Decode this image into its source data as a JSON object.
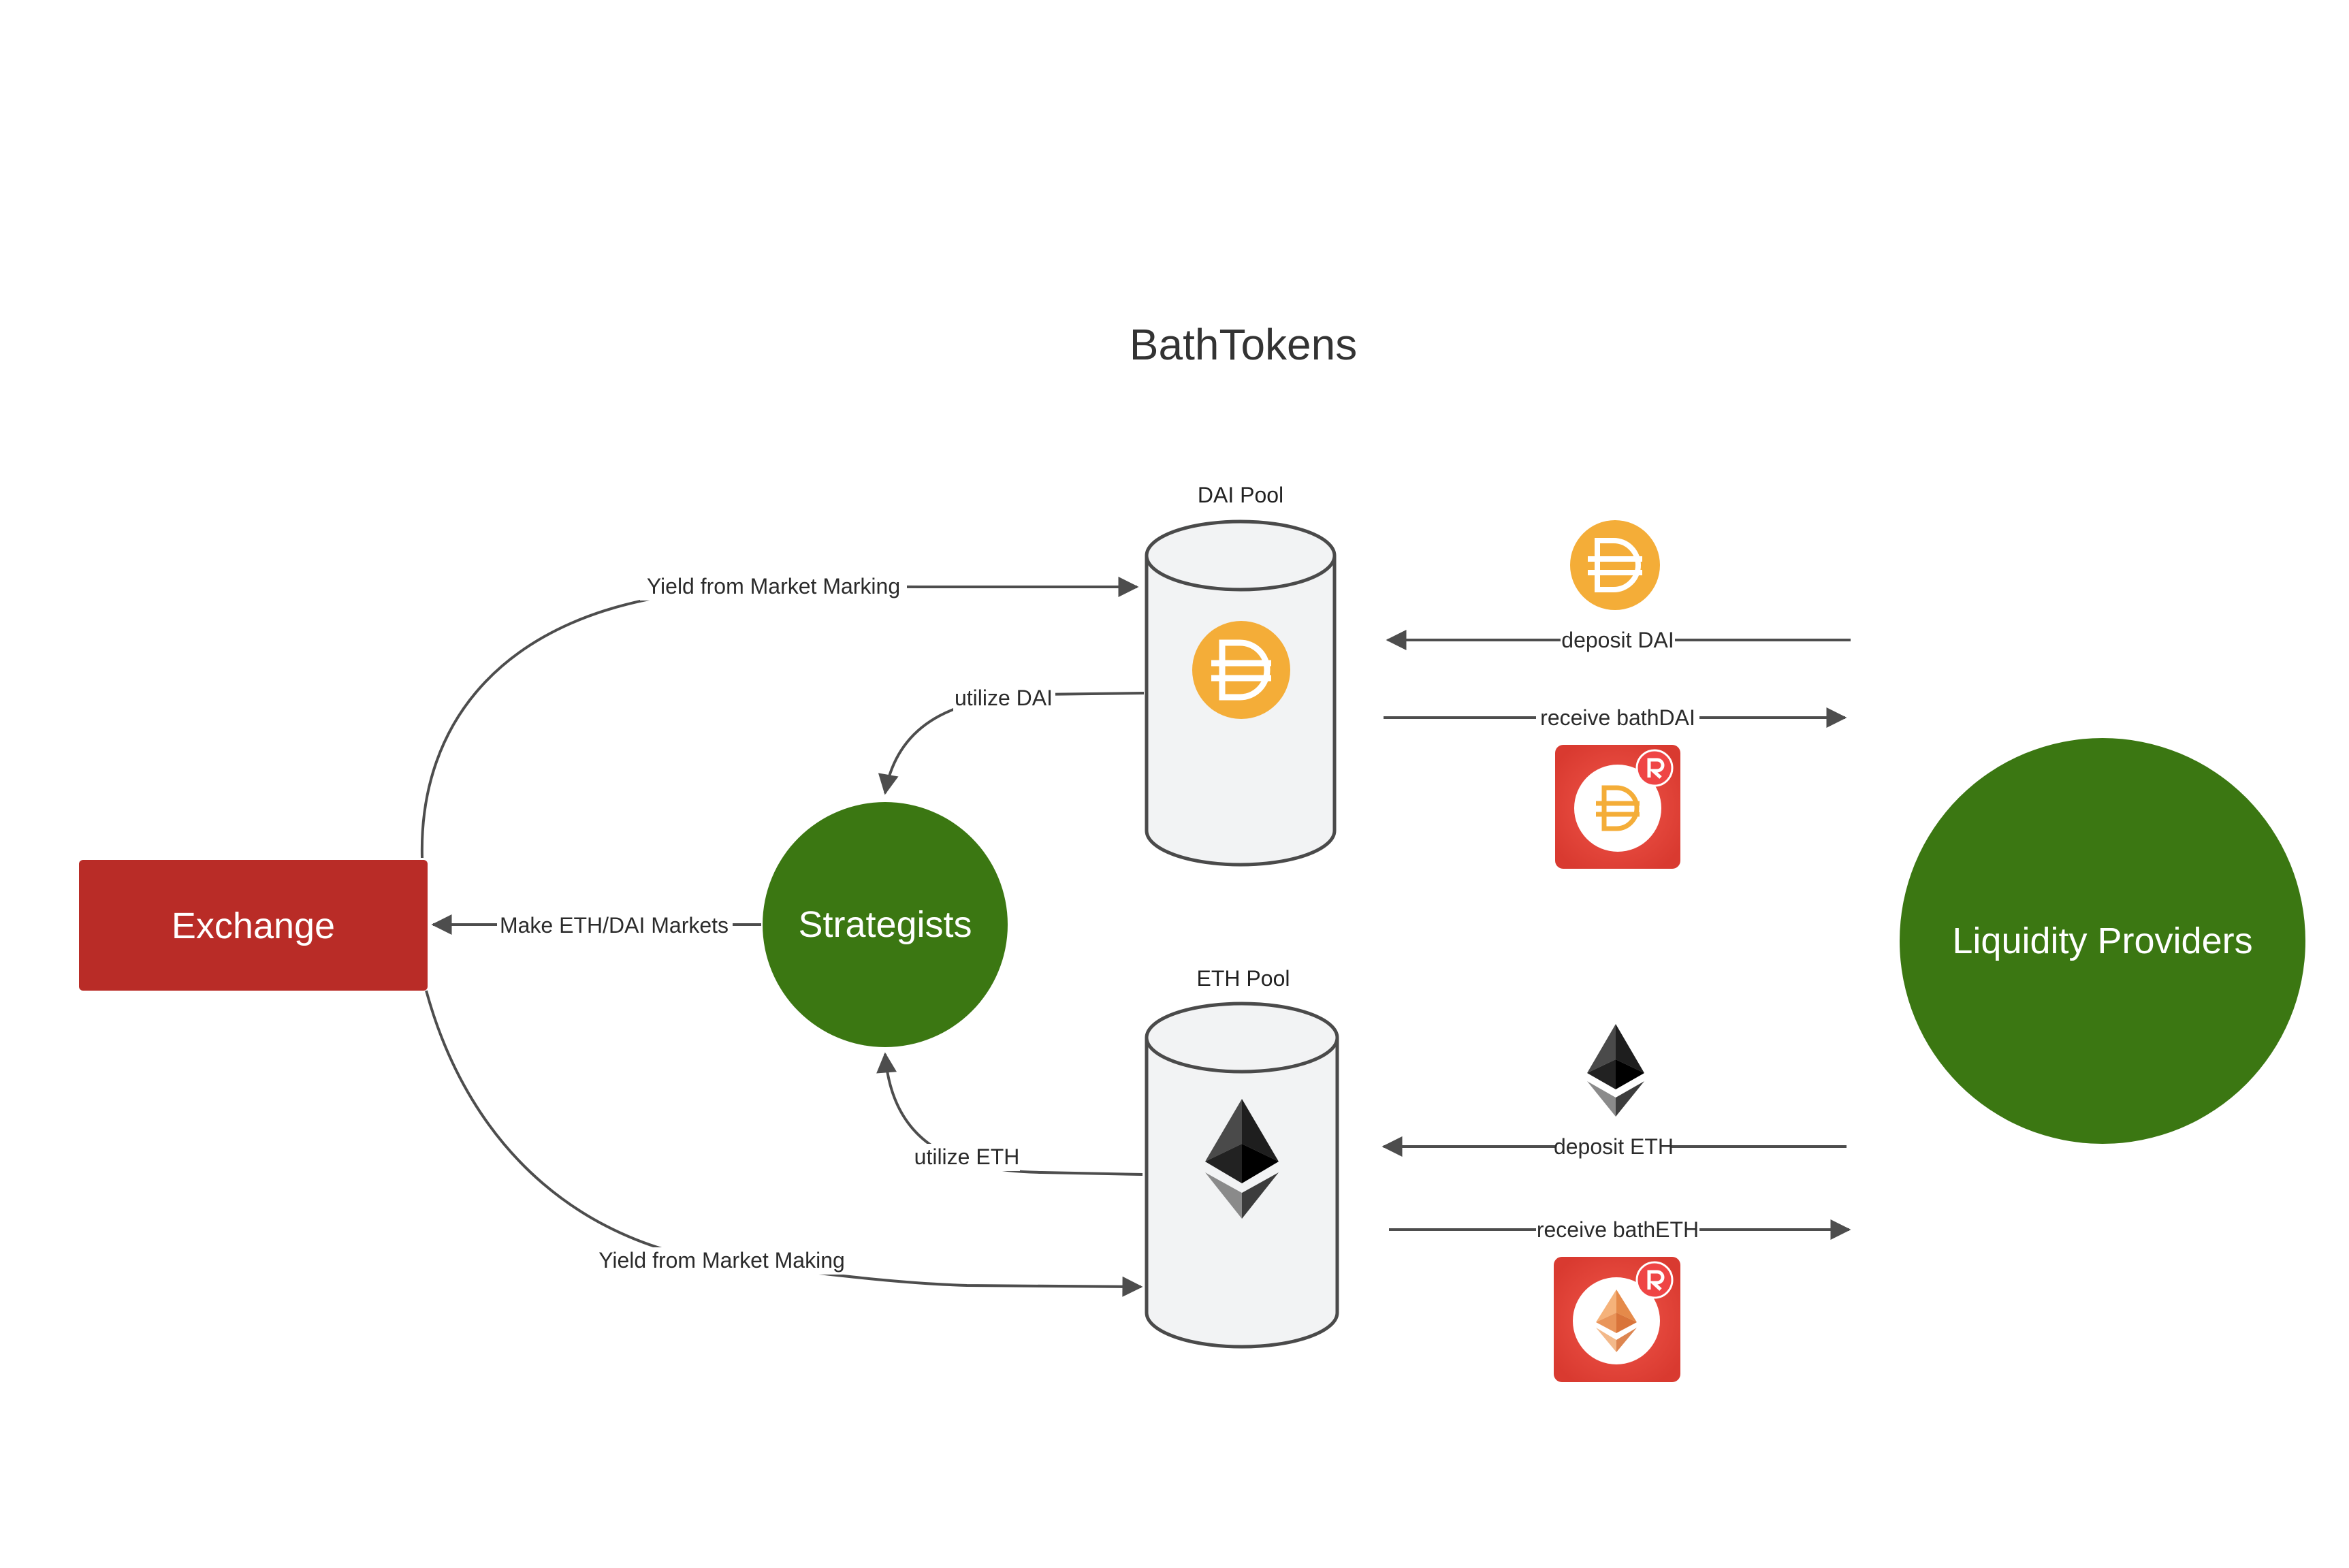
{
  "title": "BathTokens",
  "pools": {
    "dai": {
      "label": "DAI Pool"
    },
    "eth": {
      "label": "ETH Pool"
    }
  },
  "nodes": {
    "exchange": {
      "label": "Exchange"
    },
    "strategists": {
      "label": "Strategists"
    },
    "liquidity_providers": {
      "label": "Liquidity Providers"
    }
  },
  "edges": {
    "yield_dai": "Yield from Market Marking",
    "yield_eth": "Yield from Market Making",
    "utilize_dai": "utilize DAI",
    "utilize_eth": "utilize ETH",
    "make_markets": "Make ETH/DAI Markets",
    "deposit_dai": "deposit DAI",
    "receive_bathdai": "receive bathDAI",
    "deposit_eth": "deposit ETH",
    "receive_batheth": "receive bathETH"
  },
  "icons": {
    "dai": "dai-coin-icon",
    "eth": "ethereum-icon",
    "bathdai": "bathdai-token-icon",
    "batheth": "batheth-token-icon",
    "badge": "rubicon-r-badge-icon"
  },
  "colors": {
    "exchange": "#b92c27",
    "green_node": "#3b7712",
    "dai_orange": "#f4ad38",
    "token_red": "#dd3b33",
    "pool_fill": "#f2f3f4",
    "pool_stroke": "#4a4a4a",
    "edge": "#4d4d4d"
  }
}
